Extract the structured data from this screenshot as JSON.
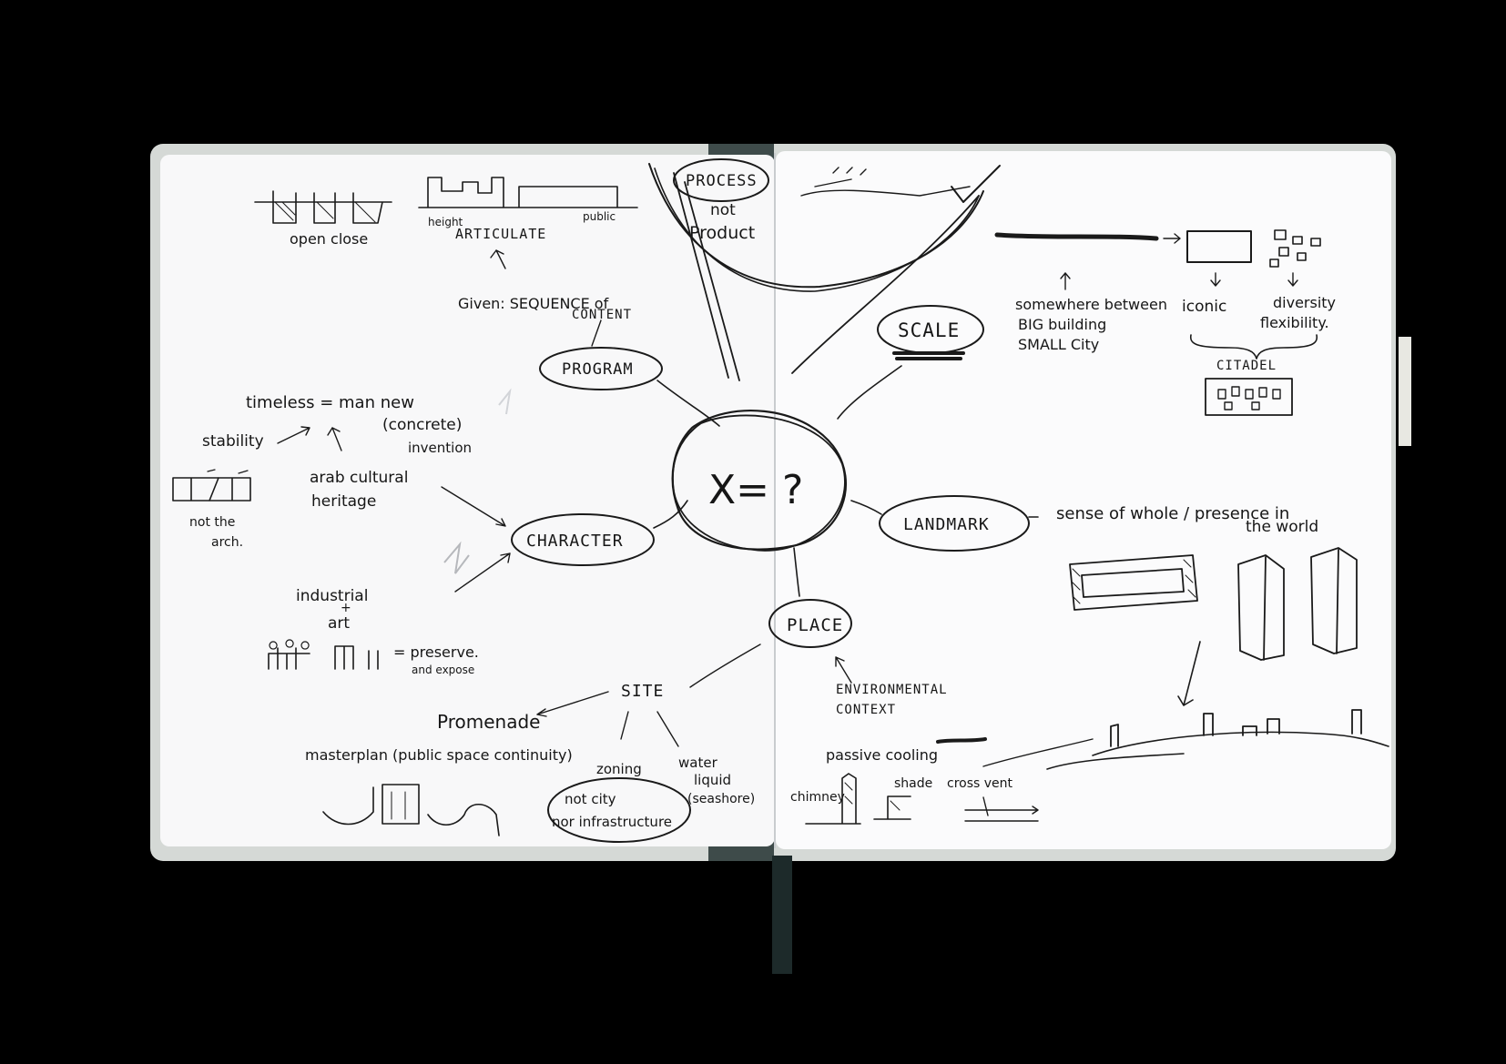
{
  "central": {
    "label": "X= ?"
  },
  "nodes": {
    "process": [
      "PROCESS",
      "not",
      "Product"
    ],
    "program": "PROGRAM",
    "scale": "SCALE",
    "character": "CHARACTER",
    "landmark": "LANDMARK",
    "place": "PLACE",
    "site": "SITE"
  },
  "notes": {
    "open_close": "open close",
    "height": "height",
    "public": "public",
    "articulate": "ARTICULATE",
    "given": "Given: SEQUENCE of",
    "content": "CONTENT",
    "timeless": "timeless = man new",
    "concrete": "(concrete)",
    "invention": "invention",
    "stability": "stability",
    "arab_1": "arab cultural",
    "arab_2": "heritage",
    "not_the_arch_1": "not the",
    "not_the_arch_2": "arch.",
    "industrial": "industrial",
    "plus": "+",
    "art": "art",
    "preserve_1": "= preserve.",
    "preserve_2": "and expose",
    "promenade": "Promenade",
    "masterplan": "masterplan (public space continuity)",
    "zoning": "zoning",
    "water_1": "water",
    "water_2": "liquid",
    "water_3": "(seashore)",
    "not_city_1": "not city",
    "not_city_2": "nor infrastructure",
    "environmental_1": "ENVIRONMENTAL",
    "environmental_2": "CONTEXT",
    "passive": "passive cooling",
    "chimney": "chimney",
    "shade": "shade",
    "cross": "cross vent",
    "somewhere_1": "somewhere between",
    "somewhere_2": "BIG building",
    "somewhere_3": "SMALL City",
    "iconic": "iconic",
    "diversity_1": "diversity",
    "diversity_2": "flexibility.",
    "citadel": "CITADEL",
    "sense_1": "sense of whole / presence in",
    "sense_2": "the world"
  }
}
